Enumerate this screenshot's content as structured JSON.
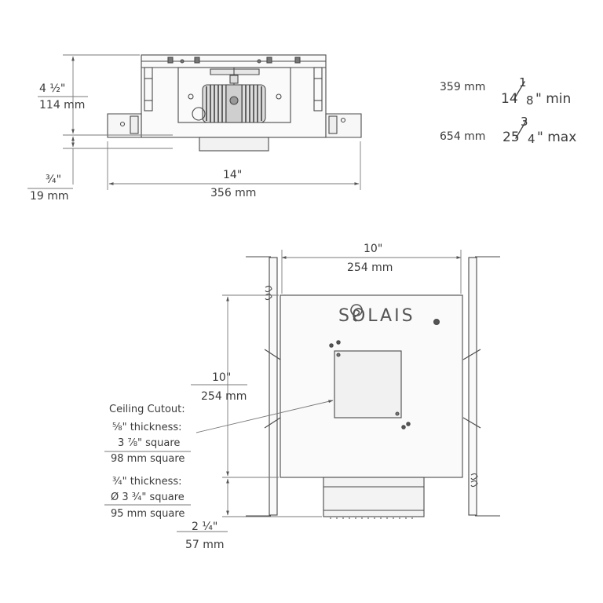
{
  "side_view": {
    "height_in": "4 ½\"",
    "height_mm": "114 mm",
    "flange_in": "¾\"",
    "flange_mm": "19 mm",
    "width_in": "14\"",
    "width_mm": "356 mm"
  },
  "joist_range": {
    "min": {
      "mm": "359 mm",
      "whole": "14",
      "num": "1",
      "den": "8",
      "unit": "\" min"
    },
    "max": {
      "mm": "654 mm",
      "whole": "25",
      "num": "3",
      "den": "4",
      "unit": "\" max"
    }
  },
  "plan_view": {
    "logo": "SOLAIS",
    "plate_width_in": "10\"",
    "plate_width_mm": "254 mm",
    "plate_height_in": "10\"",
    "plate_height_mm": "254 mm",
    "offset_in": "2 ¼\"",
    "offset_mm": "57 mm"
  },
  "ceiling_cutout": {
    "title": "Ceiling Cutout:",
    "thin_thickness": "⅝\" thickness:",
    "thin_size_in": "3 ⅞\" square",
    "thin_size_mm": "98 mm square",
    "thick_thickness": "¾\" thickness:",
    "thick_size_in": "Ø 3 ¾\" square",
    "thick_size_mm": "95 mm square"
  },
  "colors": {
    "line": "#4a4a4a",
    "dim": "#7a7a7a",
    "text": "#3b3b3b",
    "fill": "#f4f4f4"
  }
}
